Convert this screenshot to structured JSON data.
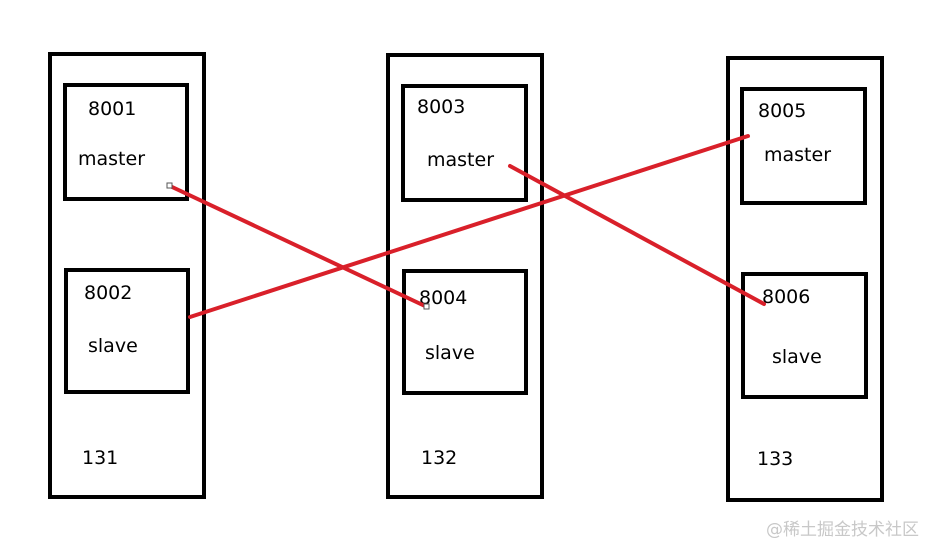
{
  "servers": [
    {
      "host_label": "131",
      "nodes": [
        {
          "port": "8001",
          "role": "master"
        },
        {
          "port": "8002",
          "role": "slave"
        }
      ]
    },
    {
      "host_label": "132",
      "nodes": [
        {
          "port": "8003",
          "role": "master"
        },
        {
          "port": "8004",
          "role": "slave"
        }
      ]
    },
    {
      "host_label": "133",
      "nodes": [
        {
          "port": "8005",
          "role": "master"
        },
        {
          "port": "8006",
          "role": "slave"
        }
      ]
    }
  ],
  "links": [
    {
      "from": "8001",
      "to": "8004"
    },
    {
      "from": "8002",
      "to": "8005"
    },
    {
      "from": "8003",
      "to": "8006"
    }
  ],
  "colors": {
    "link": "#d9202a",
    "border": "#000000",
    "watermark": "#c8c8c8"
  },
  "watermark": "@稀土掘金技术社区"
}
